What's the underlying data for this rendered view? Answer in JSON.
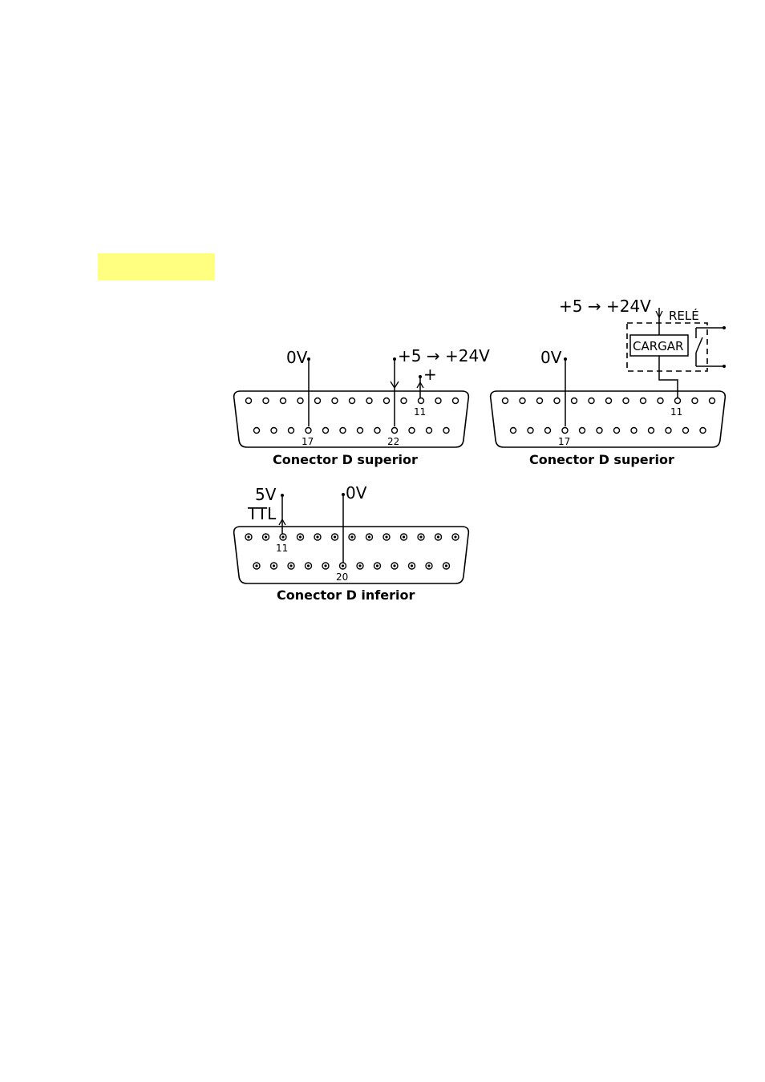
{
  "highlight": {
    "color": "#ffff80"
  },
  "connectors": [
    {
      "id": "superior-left",
      "caption": "Conector D superior",
      "labels": {
        "zero_v": "0V",
        "supply": "+5 → +24V",
        "plus": "+"
      },
      "pins": {
        "p11": "11",
        "p17": "17",
        "p22": "22"
      }
    },
    {
      "id": "superior-right",
      "caption": "Conector D superior",
      "labels": {
        "zero_v": "0V",
        "supply": "+5 → +24V",
        "relay": "RELÉ",
        "load": "CARGAR"
      },
      "pins": {
        "p11": "11",
        "p17": "17"
      }
    },
    {
      "id": "inferior",
      "caption": "Conector D inferior",
      "labels": {
        "five_v": "5V",
        "ttl": "TTL",
        "zero_v": "0V"
      },
      "pins": {
        "p11": "11",
        "p20": "20"
      }
    }
  ]
}
